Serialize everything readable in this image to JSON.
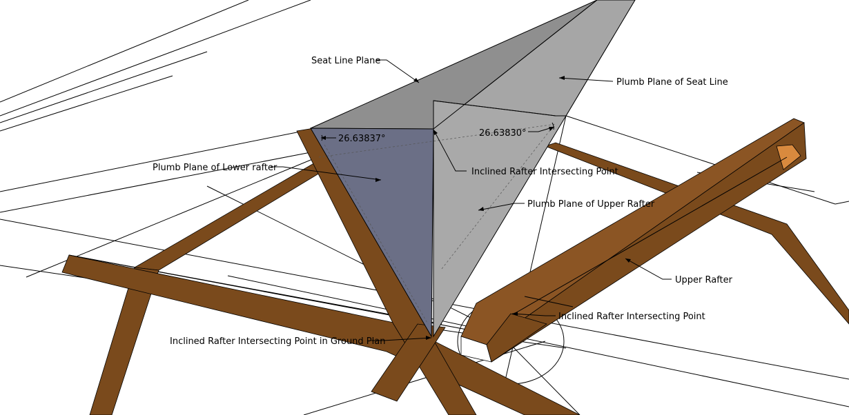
{
  "colors": {
    "timber": "#7a4a1c",
    "timber_light": "#b8743a",
    "timber_end": "#d98a3e",
    "seat_plane": "#8f8f8f",
    "plumb_seat": "#a6a6a6",
    "plumb_upper": "#a9a9a9",
    "plumb_lower": "#6b6f86",
    "line": "#000000",
    "background": "#ffffff"
  },
  "labels": {
    "seat_line_plane": "Seat Line Plane",
    "plumb_plane_seat_line": "Plumb Plane of Seat Line",
    "angle_left": "26.63837°",
    "angle_right": "26.63830°",
    "plumb_plane_lower_rafter": "Plumb Plane of Lower rafter",
    "inclined_point_top": "Inclined Rafter Intersecting Point",
    "plumb_plane_upper_rafter": "Plumb Plane of Upper Rafter",
    "upper_rafter": "Upper Rafter",
    "inclined_point_right": "Inclined Rafter Intersecting Point",
    "inclined_point_ground": "Inclined Rafter Intersecting Point in Ground Plan"
  }
}
